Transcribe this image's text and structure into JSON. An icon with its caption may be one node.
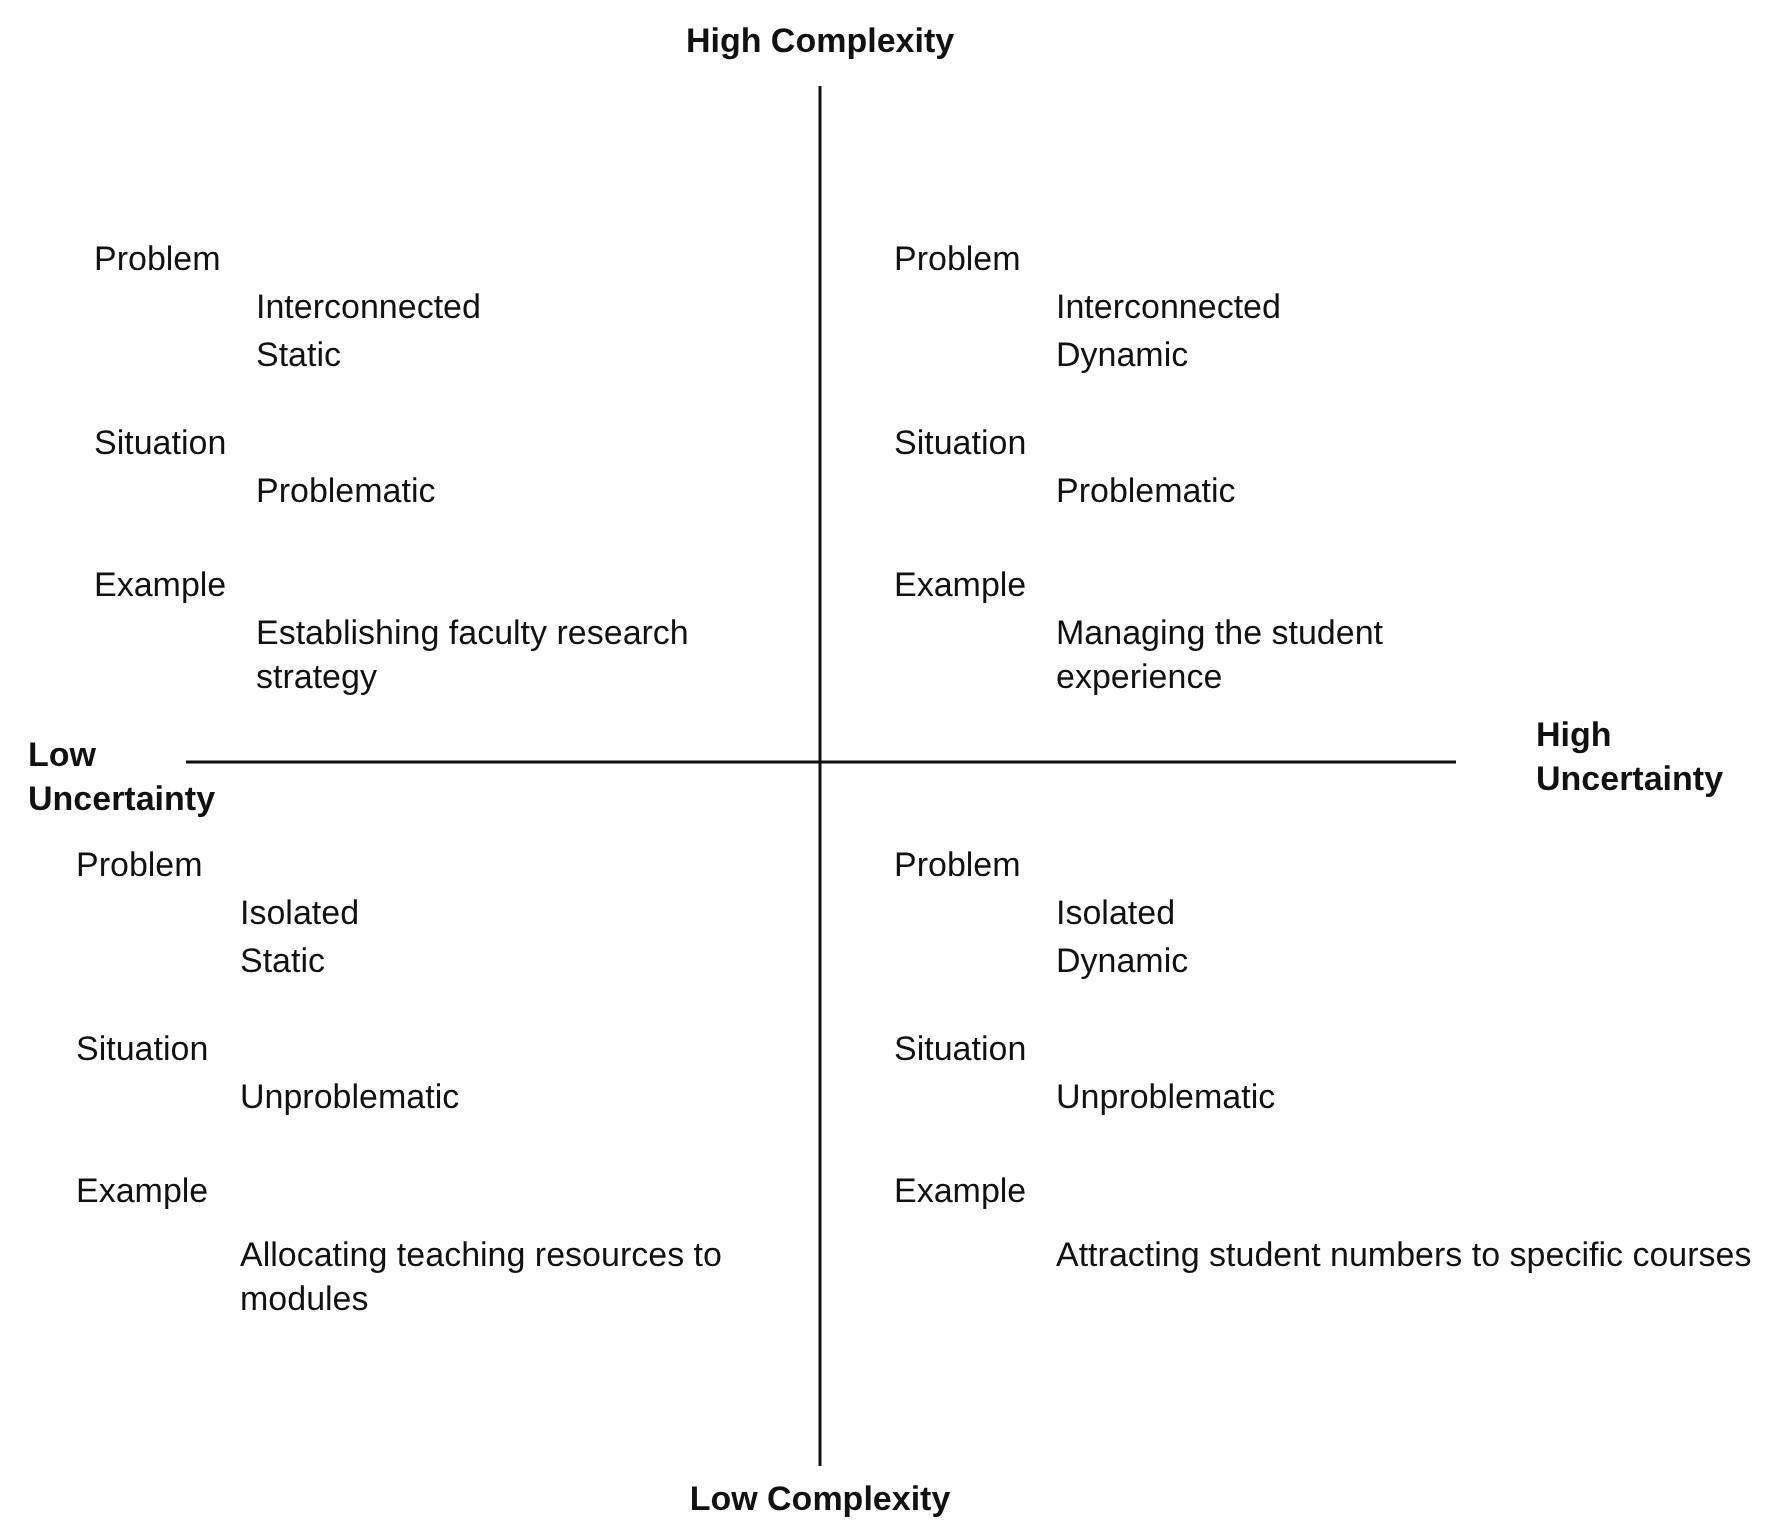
{
  "diagram": {
    "labels": [
      "High Complexity",
      "Problem",
      "Interconnected",
      "Static",
      "Situation",
      "Problematic",
      "Example",
      "Establishing faculty research strategy",
      "Problem",
      "Interconnected",
      "Dynamic",
      "Situation",
      "Problematic",
      "Example",
      "Managing the student experience",
      "Low Uncertainty",
      "High Uncertainty",
      "Problem",
      "Isolated",
      "Static",
      "Situation",
      "Unproblematic",
      "Example",
      "Allocating teaching resources to modules",
      "Problem",
      "Isolated",
      "Dynamic",
      "Situation",
      "Unproblematic",
      "Example",
      "Attracting student numbers to specific courses",
      "Low Complexity"
    ]
  }
}
